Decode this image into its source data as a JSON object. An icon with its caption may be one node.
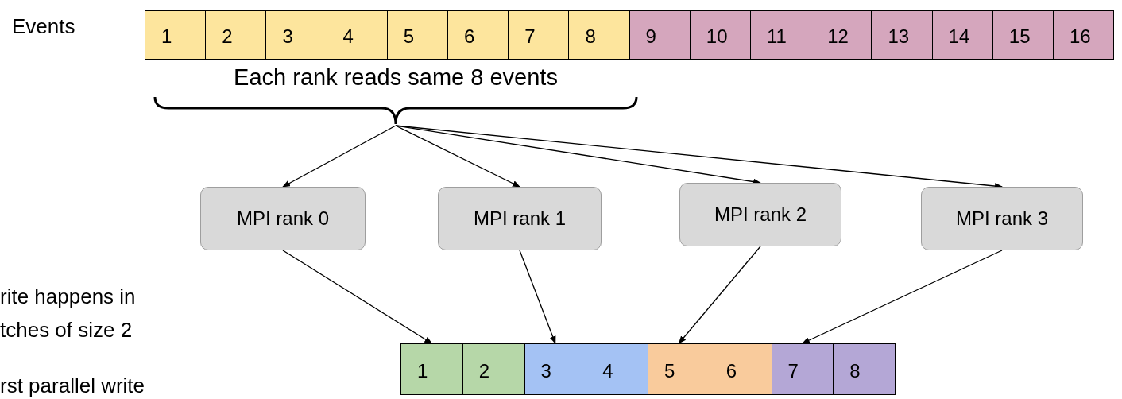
{
  "diagram": {
    "nodes": [
      {
        "text": [
          "1"
        ]
      },
      {
        "text": [
          "2"
        ]
      },
      {
        "text": [
          "3"
        ]
      },
      {
        "text": [
          "4"
        ]
      },
      {
        "text": [
          "5"
        ]
      },
      {
        "text": [
          "6"
        ]
      },
      {
        "text": [
          "7"
        ]
      },
      {
        "text": [
          "8"
        ]
      },
      {
        "text": [
          "9"
        ]
      },
      {
        "text": [
          "10"
        ]
      },
      {
        "text": [
          "11"
        ]
      },
      {
        "text": [
          "12"
        ]
      },
      {
        "text": [
          "13"
        ]
      },
      {
        "text": [
          "14"
        ]
      },
      {
        "text": [
          "15"
        ]
      },
      {
        "text": [
          "16"
        ]
      },
      {
        "text": [
          "Each rank reads same 8 events"
        ]
      },
      {
        "text": [
          "MPI rank 0"
        ]
      },
      {
        "text": [
          "MPI rank 1"
        ]
      },
      {
        "text": [
          "MPI rank 2"
        ]
      },
      {
        "text": [
          "MPI rank 3"
        ]
      },
      {
        "text": [
          "1"
        ]
      },
      {
        "text": [
          "2"
        ]
      },
      {
        "text": [
          "3"
        ]
      },
      {
        "text": [
          "4"
        ]
      },
      {
        "text": [
          "5"
        ]
      },
      {
        "text": [
          "6"
        ]
      },
      {
        "text": [
          "7"
        ]
      },
      {
        "text": [
          "8"
        ]
      }
    ],
    "edges": [
      {
        "from": 16,
        "to": 17,
        "arrow": "to"
      },
      {
        "from": 16,
        "to": 18,
        "arrow": "to"
      },
      {
        "from": 16,
        "to": 19,
        "arrow": "to"
      },
      {
        "from": 16,
        "to": 20,
        "arrow": "to"
      },
      {
        "from": 17,
        "to": 21,
        "arrow": "to"
      },
      {
        "from": 18,
        "to": 23,
        "arrow": "to"
      },
      {
        "from": 19,
        "to": 25,
        "arrow": "to"
      },
      {
        "from": 20,
        "to": 27,
        "arrow": "to"
      }
    ],
    "labels": [
      "Events",
      "rite happens in tches of size 2",
      "rst parallel write"
    ]
  }
}
